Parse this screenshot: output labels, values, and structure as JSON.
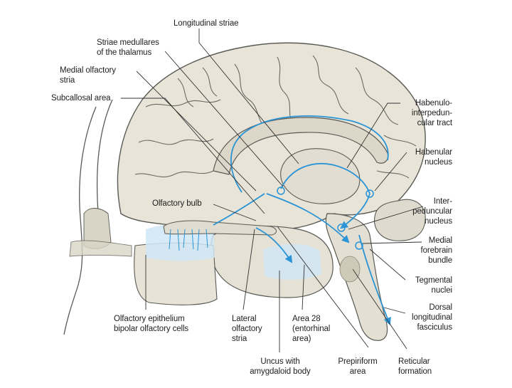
{
  "labels": {
    "longitudinal_striae": "Longitudinal striae",
    "striae_medullares": "Striae medullares\nof the thalamus",
    "medial_olfactory_stria": "Medial olfactory\nstria",
    "subcallosal_area": "Subcallosal area",
    "olfactory_bulb": "Olfactory bulb",
    "olfactory_epithelium": "Olfactory epithelium\nbipolar olfactory cells",
    "lateral_olfactory_stria": "Lateral\nolfactory\nstria",
    "uncus": "Uncus with\namygdaloid body",
    "area_28": "Area 28\n(entorhinal\narea)",
    "prepiriform_area": "Prepiriform\narea",
    "reticular_formation": "Reticular\nformation",
    "habenulo_interpeduncular_tract": "Habenulo-\ninterpedun-\ncular tract",
    "habenular_nucleus": "Habenular\nnucleus",
    "interpeduncular_nucleus": "Inter-\npeduncular\nnucleus",
    "medial_forebrain_bundle": "Medial\nforebrain\nbundle",
    "tegmental_nuclei": "Tegmental\nnuclei",
    "dorsal_longitudinal_fasciculus": "Dorsal\nlongitudinal\nfasciculus"
  },
  "colors": {
    "brain": "#e8e4d8",
    "brain_outline": "#5a5a55",
    "pathway": "#2a94d6",
    "olfactory_region": "#cfe6f6",
    "leader": "#333333"
  }
}
